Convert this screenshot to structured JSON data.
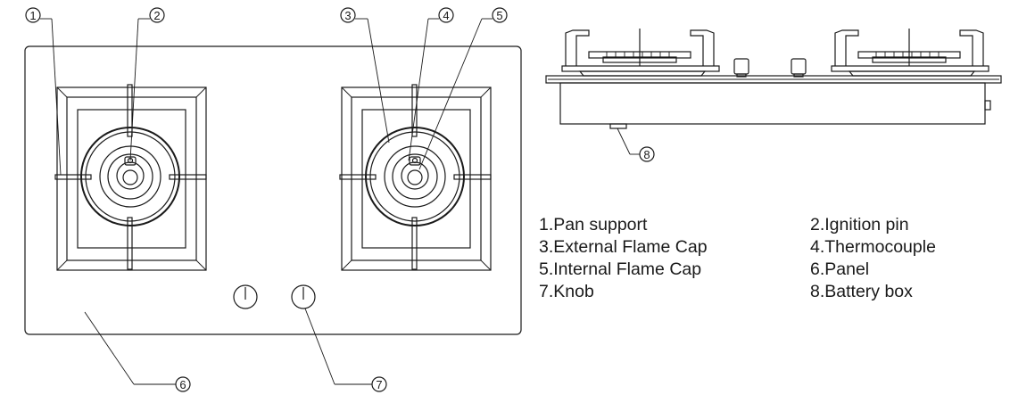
{
  "callouts": [
    "1",
    "2",
    "3",
    "4",
    "5",
    "6",
    "7",
    "8"
  ],
  "legend": [
    "1.Pan support",
    "2.Ignition pin",
    "3.External Flame Cap",
    "4.Thermocouple",
    "5.Internal Flame Cap",
    "6.Panel",
    "7.Knob",
    "8.Battery box"
  ]
}
